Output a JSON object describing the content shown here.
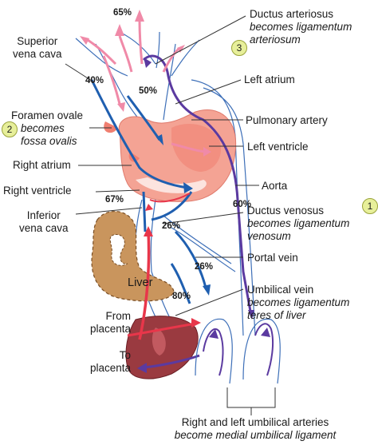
{
  "labels": {
    "superior_vena_cava": [
      "Superior",
      "vena cava"
    ],
    "foramen_ovale": "Foramen ovale",
    "foramen_becomes": [
      "becomes",
      "fossa ovalis"
    ],
    "right_atrium": "Right atrium",
    "right_ventricle": "Right ventricle",
    "inferior_vena_cava": [
      "Inferior",
      "vena cava"
    ],
    "liver": "Liver",
    "from_placenta": [
      "From",
      "placenta"
    ],
    "to_placenta": [
      "To",
      "placenta"
    ],
    "ductus_arteriosus": "Ductus arteriosus",
    "ductus_arteriosus_becomes": [
      "becomes ligamentum",
      "arteriosum"
    ],
    "left_atrium": "Left atrium",
    "pulmonary_artery": "Pulmonary artery",
    "left_ventricle": "Left ventricle",
    "aorta": "Aorta",
    "ductus_venosus": "Ductus venosus",
    "ductus_venosus_becomes": [
      "becomes ligamentum",
      "venosum"
    ],
    "portal_vein": "Portal vein",
    "umbilical_vein": "Umbilical vein",
    "umbilical_vein_becomes": [
      "becomes ligamentum",
      "teres of liver"
    ],
    "umbilical_arteries": "Right and left umbilical arteries",
    "umbilical_arteries_becomes": "become medial umbilical ligament"
  },
  "badges": {
    "one": "1",
    "two": "2",
    "three": "3"
  },
  "percentages": {
    "top": "65%",
    "svc": "40%",
    "pa": "50%",
    "ivc": "67%",
    "dv": "26%",
    "portal": "26%",
    "uv": "80%",
    "aorta": "60%"
  },
  "colors": {
    "oxygen_rich": "#e8364a",
    "mixed_pink": "#f08aa8",
    "deoxygenated": "#1f5fb0",
    "returning": "#5b3aa0",
    "heart_fill": "#f4a394",
    "liver_fill": "#c9955d",
    "placenta_fill": "#9a3a40",
    "badge_fill": "#e7ef9a"
  }
}
